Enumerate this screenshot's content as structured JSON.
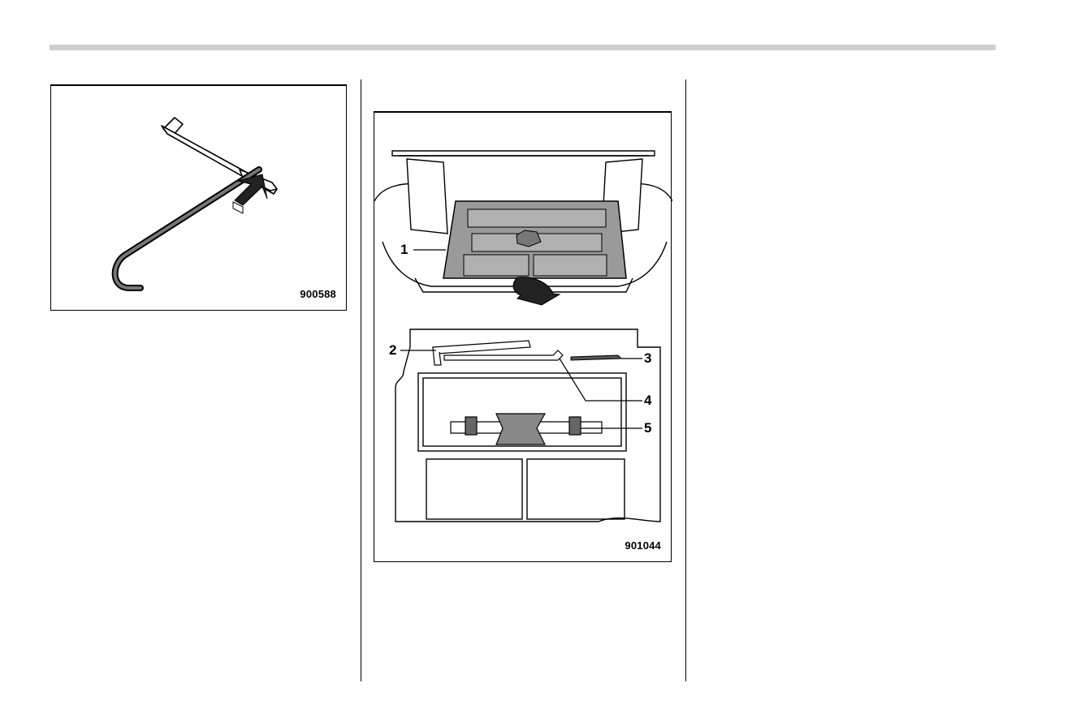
{
  "figure1": {
    "code": "900588"
  },
  "figure2": {
    "code": "901044",
    "callouts": [
      "1",
      "2",
      "3",
      "4",
      "5"
    ]
  }
}
